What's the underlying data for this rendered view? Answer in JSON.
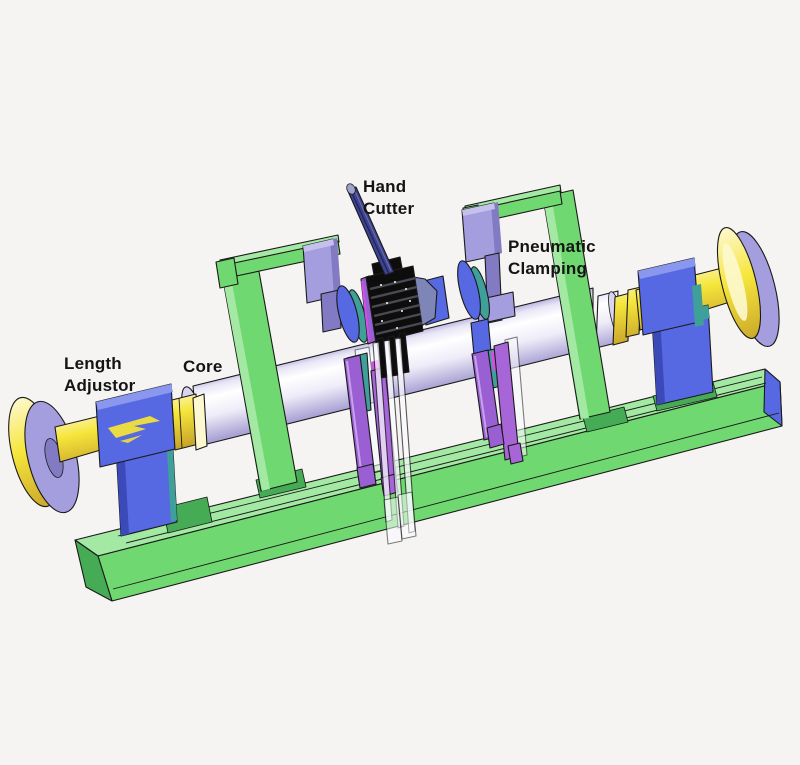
{
  "labels": {
    "hand_cutter": {
      "line1": "Hand",
      "line2": "Cutter"
    },
    "pneumatic_clamping": {
      "line1": "Pneumatic",
      "line2": "Clamping"
    },
    "length_adjustor": {
      "line1": "Length",
      "line2": "Adjustor"
    },
    "core": {
      "line1": "Core"
    }
  },
  "components": [
    "base-rail",
    "length-adjustor-handwheel",
    "length-adjustor-bearing",
    "core-cylinder",
    "left-support-frame",
    "right-support-frame",
    "hand-cutter-lever",
    "cutter-head",
    "pneumatic-clamp-left",
    "pneumatic-clamp-right",
    "tailstock-handwheel",
    "tailstock-bearing"
  ],
  "palette": {
    "background": "#f5f4f2",
    "outline": "#1a1a1a",
    "green": "#70d870",
    "green-top": "#a3e8a3",
    "green-dark": "#46ab55",
    "blue": "#5668e2",
    "blue-light": "#8a97ee",
    "blue-dark": "#3b4ab8",
    "teal": "#3f9f99",
    "lav": "#a49ede",
    "lav-light": "#c6c1ec",
    "lav-dark": "#837ac4",
    "purple": "#9a5fd2",
    "purple2": "#a765d8",
    "magenta": "#d44fe8",
    "navy": "#3d4390",
    "housing": "#7e86b8",
    "yellow": "#f6e63c",
    "gold": "#c9a62a",
    "cream": "#fdf8cf",
    "cyl1": "#b5afdf",
    "cyl2": "#e8e6f5",
    "cyl3": "#ffffff",
    "cyl4": "#eeecf8",
    "cyl5": "#a9a2d4"
  }
}
